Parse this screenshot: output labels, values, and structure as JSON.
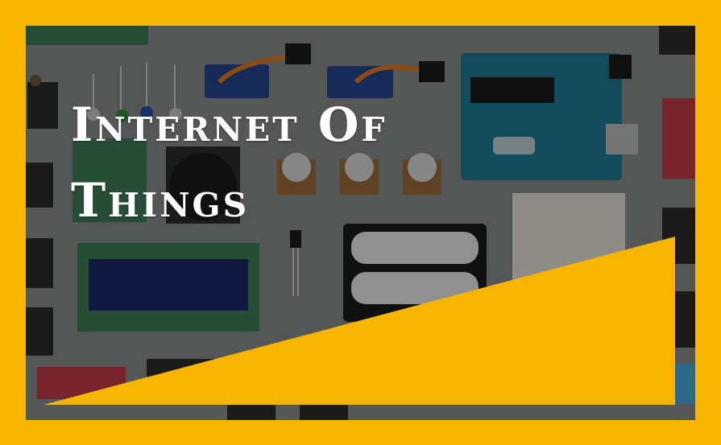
{
  "banner": {
    "title_line_1": "Internet Of",
    "title_line_2": "Things"
  },
  "colors": {
    "frame": "#f7b500",
    "accent_wedge": "#f7b500",
    "title_text": "#ffffff"
  },
  "photo": {
    "subject": "electronics-components-flatlay"
  }
}
